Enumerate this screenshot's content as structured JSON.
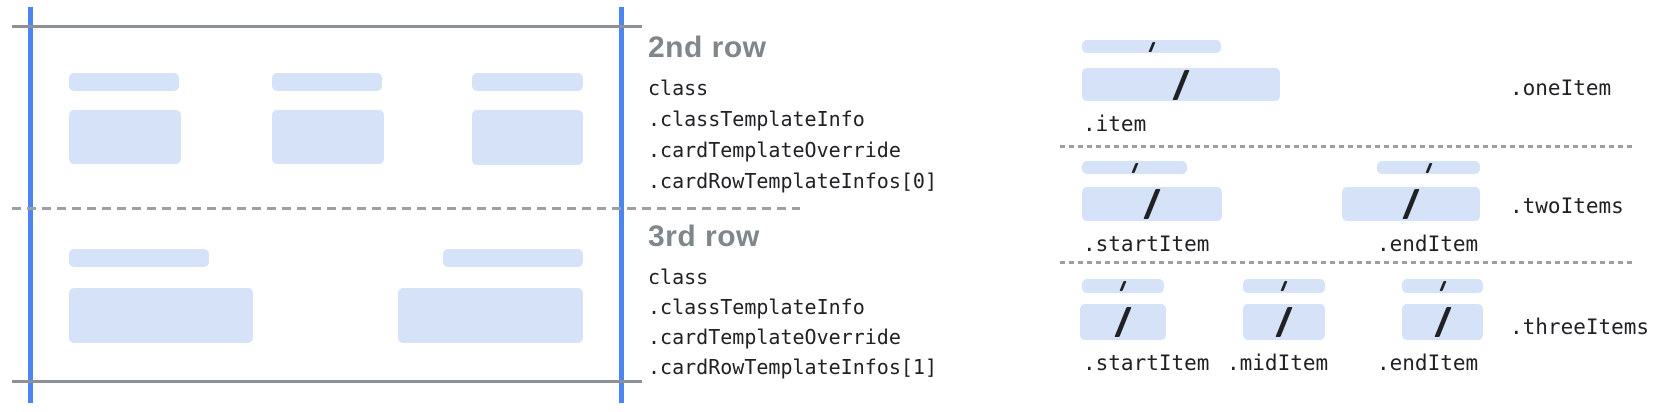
{
  "annotations": {
    "row2": {
      "title": "2nd row",
      "code": [
        "class",
        ".classTemplateInfo",
        ".cardTemplateOverride",
        ".cardRowTemplateInfos[0]"
      ]
    },
    "row3": {
      "title": "3rd row",
      "code": [
        "class",
        ".classTemplateInfo",
        ".cardTemplateOverride",
        ".cardRowTemplateInfos[1]"
      ]
    }
  },
  "left_card": {
    "row2_placeholder_columns": 3,
    "row3_placeholder_columns": 2
  },
  "right": {
    "sections": [
      {
        "row_label": ".oneItem",
        "item_labels": [
          ".item"
        ]
      },
      {
        "row_label": ".twoItems",
        "item_labels": [
          ".startItem",
          ".endItem"
        ]
      },
      {
        "row_label": ".threeItems",
        "item_labels": [
          ".startItem",
          ".midItem",
          ".endItem"
        ]
      }
    ]
  },
  "colors": {
    "placeholder_blue": "#d6e2f8",
    "guide_line_blue": "#4a85f0",
    "boundary_line_gray": "#8d9196",
    "dashed_line_gray": "#9aa0a6",
    "title_gray": "#7f868c",
    "code_text": "#202124",
    "slash_glyph": "#202124",
    "background": "#ffffff"
  }
}
